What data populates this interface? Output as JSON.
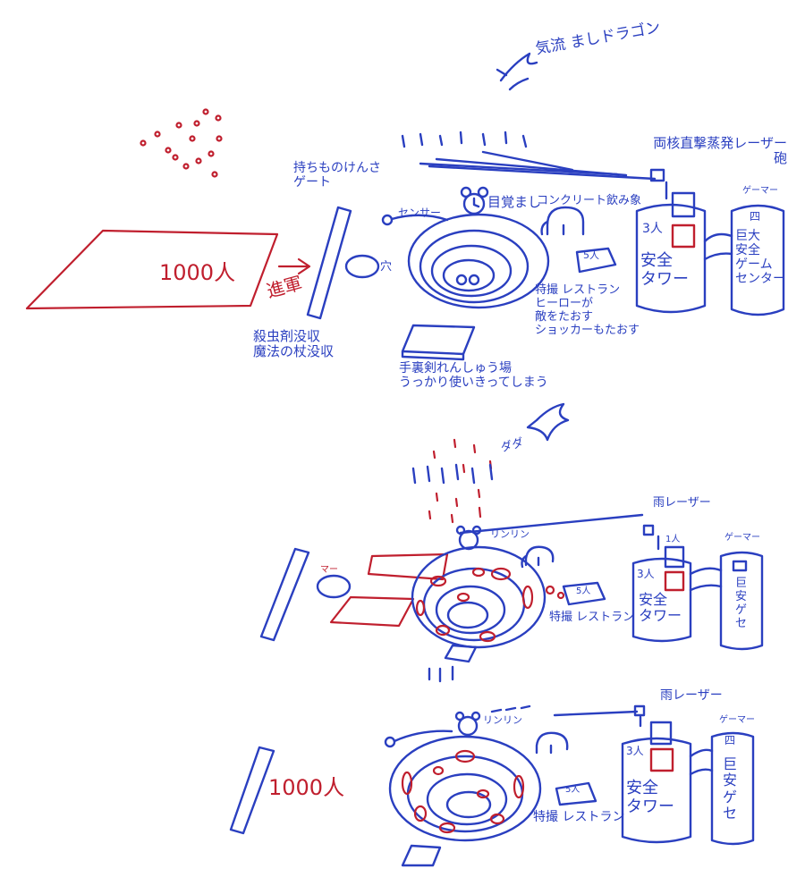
{
  "top": {
    "dragon": "気流 ましドラゴン",
    "crowd": "1000人",
    "advance": "進軍",
    "gate": "持ちものけんさ\nゲート",
    "confiscate": "殺虫剤没収\n魔法の杖没収",
    "hole": "穴",
    "sensor": "センサー",
    "alarm": "目覚まし",
    "elephant": "コンクリート飲み象",
    "laser": "両核直撃蒸発レーザー砲",
    "box": "5人",
    "restaurant": "特撮 レストラン\nヒーローが\n敵をたおす\nショッカーもたおす",
    "practice": "手裏剣れんしゅう場\nうっかり使いきってしまう",
    "tower_count": "3人",
    "tower": "安全\nタワー",
    "gamer": "ゲーマー",
    "center_count": "四",
    "center": "巨大\n安全\nゲーム\nセンター"
  },
  "middle": {
    "splash": "ダダ",
    "laser": "雨レーザー",
    "ring": "リンリン",
    "tower_count": "1人",
    "tower_count2": "3人",
    "tower": "安全\nタワー",
    "gamer": "ゲーマー",
    "center": "巨安ゲセ",
    "box": "5人",
    "restaurant": "特撮 レストラン",
    "mark": "マー"
  },
  "bottom": {
    "crowd": "1000人",
    "ring": "リンリン",
    "laser": "雨レーザー",
    "gamer": "ゲーマー",
    "center_count": "四",
    "tower_count": "3人",
    "tower": "安全\nタワー",
    "center": "巨安ゲセ",
    "box": "5人",
    "restaurant": "特撮 レストラン"
  }
}
